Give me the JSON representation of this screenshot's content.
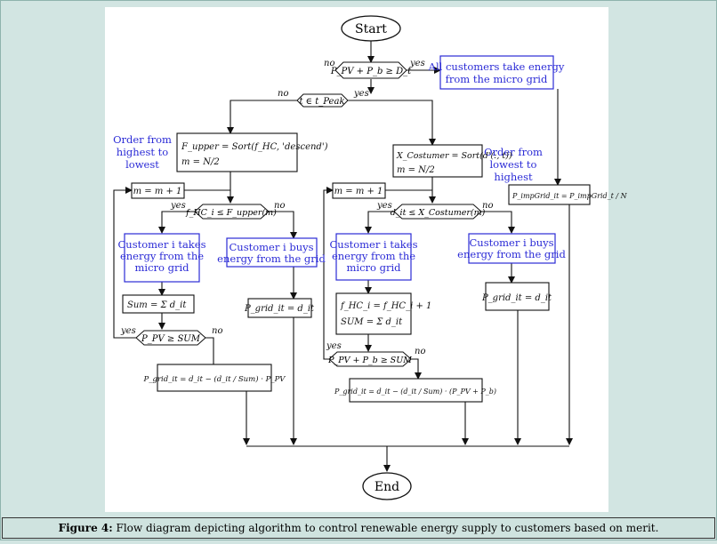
{
  "nodes": {
    "start": "Start",
    "end": "End",
    "cond_pv": "P_PV + P_b ≥ D_t",
    "all_customers": [
      "All customers take energy",
      "from the micro grid"
    ],
    "cond_peak": "t ∈ t_Peak",
    "sort_left_1": "F_upper = Sort(f_HC, 'descend')",
    "sort_left_2": "m = N/2",
    "note_left": [
      "Order from",
      "highest to",
      "lowest"
    ],
    "sort_right_1": "X_Costumer = Sort(d'(:, t))",
    "sort_right_2": "m = N/2",
    "note_right": [
      "Order from",
      "lowest to",
      "highest"
    ],
    "p_imp": "P_impGrid_it = P_impGrid_t / N",
    "inc_left": "m = m + 1",
    "cond_fhc": "f_HC_i ≤ F_upper(m)",
    "takes_left": [
      "Customer i takes",
      "energy from the",
      "micro grid"
    ],
    "buys_left": [
      "Customer i buys",
      "energy from the grid"
    ],
    "sum_left": "Sum = Σ d_it",
    "pgrid_left_buy": "P_grid_it = d_it",
    "cond_sum_left": "P_PV ≥ SUM",
    "pgrid_left": "P_grid_it = d_it − (d_it / Sum) · P_PV",
    "inc_right": "m = m + 1",
    "cond_dit": "d_it ≤ X_Costumer(m)",
    "takes_right": [
      "Customer i takes",
      "energy from the",
      "micro grid"
    ],
    "buys_right": [
      "Customer i buys",
      "energy from the grid"
    ],
    "update_1": "f_HC_i = f_HC_i + 1",
    "update_2": "SUM = Σ d_it",
    "pgrid_right_buy": "P_grid_it = d_it",
    "cond_sum_right": "P_PV + P_b ≥ SUM",
    "pgrid_right": "P_grid_it = d_it − (d_it / Sum) · (P_PV + P_b)"
  },
  "labels": {
    "yes": "yes",
    "no": "no"
  },
  "caption": {
    "figure": "Figure 4:",
    "text": "Flow diagram depicting algorithm to control renewable energy supply to customers based on merit."
  },
  "colors": {
    "blue": "#2b2bd6",
    "line": "#111111",
    "background": "#d2e5e2"
  }
}
